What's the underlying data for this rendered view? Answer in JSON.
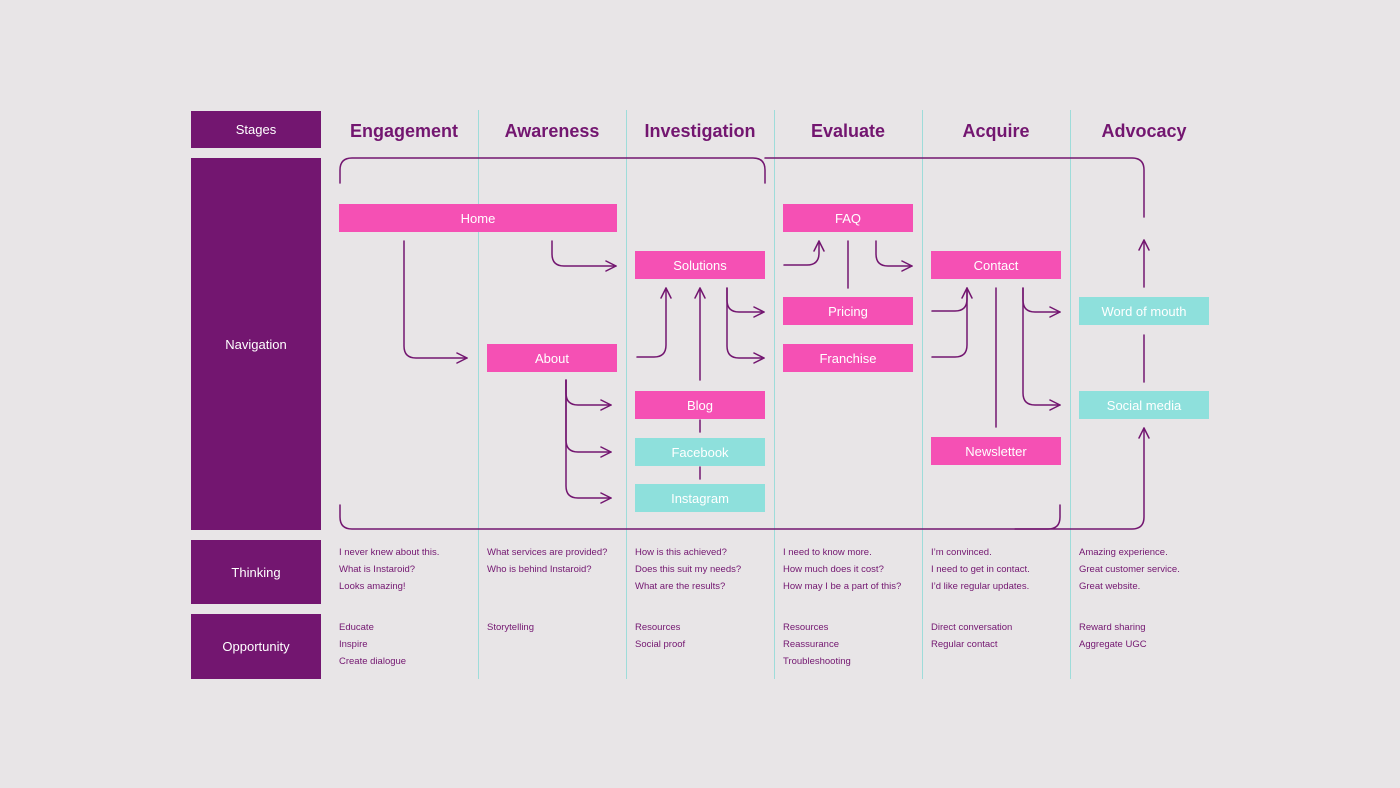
{
  "rows": {
    "stages": "Stages",
    "navigation": "Navigation",
    "thinking": "Thinking",
    "opportunity": "Opportunity"
  },
  "stages": [
    "Engagement",
    "Awareness",
    "Investigation",
    "Evaluate",
    "Acquire",
    "Advocacy"
  ],
  "nodes": {
    "home": "Home",
    "about": "About",
    "solutions": "Solutions",
    "blog": "Blog",
    "facebook": "Facebook",
    "instagram": "Instagram",
    "faq": "FAQ",
    "pricing": "Pricing",
    "franchise": "Franchise",
    "contact": "Contact",
    "newsletter": "Newsletter",
    "word_of_mouth": "Word of mouth",
    "social_media": "Social media"
  },
  "thinking": [
    [
      "I never knew about this.",
      "What is Instaroid?",
      "Looks amazing!"
    ],
    [
      "What services are provided?",
      "Who is behind Instaroid?"
    ],
    [
      "How is this achieved?",
      "Does this suit my needs?",
      "What are the results?"
    ],
    [
      "I need to know more.",
      "How much does it cost?",
      "How may I be a part of this?"
    ],
    [
      "I’m convinced.",
      "I need to get in contact.",
      "I’d like regular updates."
    ],
    [
      "Amazing experience.",
      "Great customer service.",
      "Great website."
    ]
  ],
  "opportunity": [
    [
      "Educate",
      "Inspire",
      "Create dialogue"
    ],
    [
      "Storytelling"
    ],
    [
      "Resources",
      "Social proof"
    ],
    [
      "Resources",
      "Reassurance",
      "Troubleshooting"
    ],
    [
      "Direct conversation",
      "Regular contact"
    ],
    [
      "Reward sharing",
      "Aggregate UGC"
    ]
  ],
  "colors": {
    "background": "#e8e5e7",
    "purple": "#731670",
    "pink": "#f550b4",
    "teal": "#8ee0dc",
    "divider": "#9edcda"
  }
}
